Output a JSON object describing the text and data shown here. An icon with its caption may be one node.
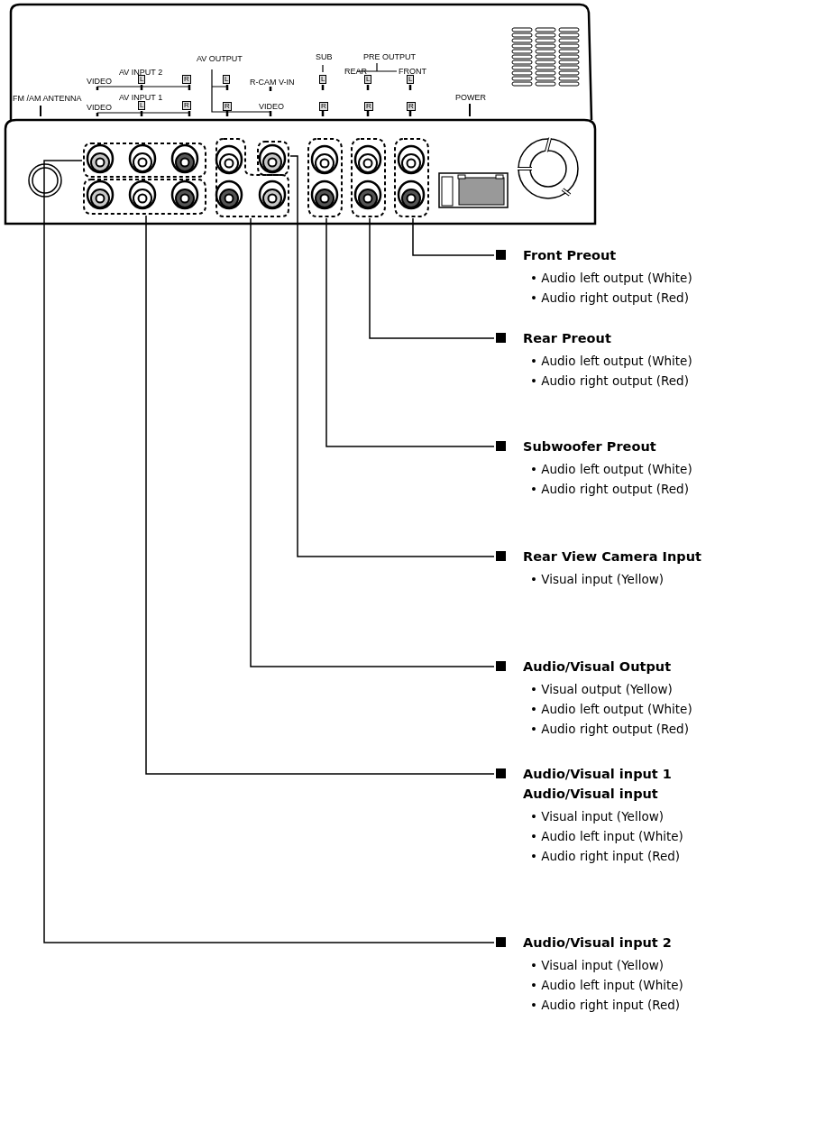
{
  "diagram": {
    "nodes": [
      {
        "text": [],
        "shape": "box"
      },
      {
        "text": [],
        "shape": "box"
      },
      {
        "text": [],
        "shape": "box"
      },
      {
        "text": [],
        "shape": "box"
      },
      {
        "text": [],
        "shape": "box"
      },
      {
        "text": [],
        "shape": "box"
      },
      {
        "text": [],
        "shape": "box"
      },
      {
        "text": [
          "Front Preout",
          "• Audio left output (White)",
          "• Audio right output (Red)"
        ]
      },
      {
        "text": [
          "Rear Preout",
          "• Audio left output (White)",
          "• Audio right output (Red)"
        ]
      },
      {
        "text": [
          "Subwoofer Preout",
          "• Audio left output (White)",
          "• Audio right output (Red)"
        ]
      },
      {
        "text": [
          "Rear View Camera Input",
          "• Visual input (Yellow)"
        ]
      },
      {
        "text": [
          "Audio/Visual Output",
          "• Visual output (Yellow)",
          "• Audio left output (White)",
          "• Audio right output (Red)"
        ]
      },
      {
        "text": [
          "Audio/Visual input 1",
          "Audio/Visual input",
          "• Visual input (Yellow)",
          "• Audio left input (White)",
          "• Audio right input (Red)"
        ]
      },
      {
        "text": [
          "Audio/Visual input 2",
          "• Visual input (Yellow)",
          "• Audio left input (White)",
          "• Audio right input (Red)"
        ]
      }
    ],
    "edges": [
      {
        "from": 7,
        "to": 6,
        "arrow": "none"
      },
      {
        "from": 8,
        "to": 5,
        "arrow": "none"
      },
      {
        "from": 9,
        "to": 4,
        "arrow": "none"
      },
      {
        "from": 10,
        "to": 3,
        "arrow": "none"
      },
      {
        "from": 11,
        "to": 2,
        "arrow": "none"
      },
      {
        "from": 12,
        "to": 1,
        "arrow": "none"
      },
      {
        "from": 13,
        "to": 0,
        "arrow": "none"
      }
    ],
    "labels": [
      "AV OUTPUT",
      "SUB",
      "PRE OUTPUT",
      "AV INPUT 2",
      "REAR",
      "FRONT",
      "VIDEO",
      "L",
      "R",
      "L",
      "R-CAM V-IN",
      "L",
      "L",
      "L",
      "FM /AM ANTENNA",
      "AV INPUT 1",
      "POWER",
      "VIDEO",
      "L",
      "R",
      "R",
      "VIDEO",
      "R",
      "R",
      "R"
    ]
  }
}
